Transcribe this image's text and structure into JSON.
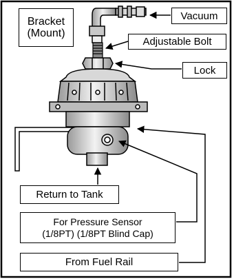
{
  "labels": {
    "bracket": [
      "Bracket",
      "(Mount)"
    ],
    "vacuum": "Vacuum",
    "adjustable_bolt": "Adjustable Bolt",
    "lock": "Lock",
    "return_to_tank": "Return to Tank",
    "pressure_sensor": [
      "For Pressure Sensor",
      "(1/8PT) (1/8PT Blind Cap)"
    ],
    "from_fuel_rail": "From Fuel Rail"
  }
}
